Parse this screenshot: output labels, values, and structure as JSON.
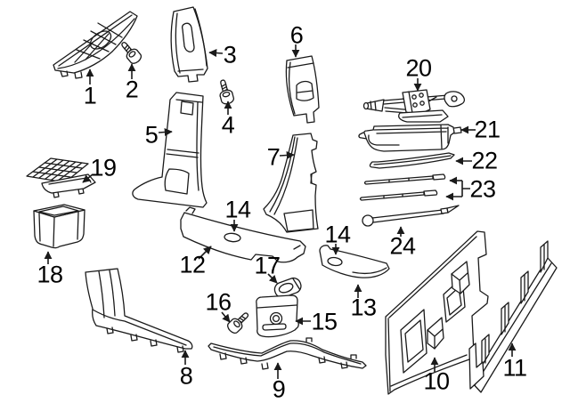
{
  "diagram": {
    "background_color": "#ffffff",
    "line_color": "#1a1a1a",
    "text_color": "#000000",
    "callouts": [
      {
        "label": "1"
      },
      {
        "label": "2"
      },
      {
        "label": "3"
      },
      {
        "label": "4"
      },
      {
        "label": "5"
      },
      {
        "label": "6"
      },
      {
        "label": "7"
      },
      {
        "label": "8"
      },
      {
        "label": "9"
      },
      {
        "label": "10"
      },
      {
        "label": "11"
      },
      {
        "label": "12"
      },
      {
        "label": "13"
      },
      {
        "label": "14"
      },
      {
        "label": "14"
      },
      {
        "label": "15"
      },
      {
        "label": "16"
      },
      {
        "label": "17"
      },
      {
        "label": "18"
      },
      {
        "label": "19"
      },
      {
        "label": "20"
      },
      {
        "label": "21"
      },
      {
        "label": "22"
      },
      {
        "label": "23"
      },
      {
        "label": "24"
      }
    ]
  }
}
